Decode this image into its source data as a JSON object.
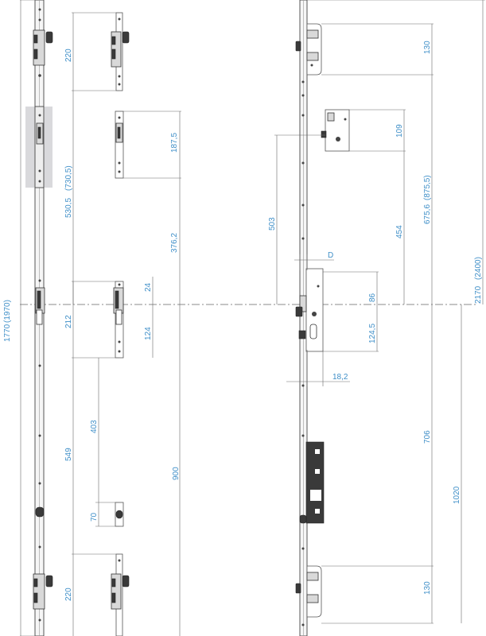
{
  "colors": {
    "dimension_text": "#3f8fc8",
    "label_text": "#333333",
    "highlight": "#d9d9dc"
  },
  "left_view": {
    "total_height": "1770",
    "total_height_alt": "(1970)",
    "top_keeper_height": "220",
    "span_to_center": "530,5",
    "span_to_center_alt": "(730,5)",
    "keeper_small_height": "187,5",
    "keeper_to_center": "376,2",
    "above_center": "24",
    "center_keeper_height": "212",
    "below_center": "124",
    "center_to_lower": "403",
    "lower_span": "549",
    "lower_total": "900",
    "small_keeper": "70",
    "bottom_keeper_height": "220"
  },
  "right_view": {
    "total_height": "2170",
    "total_height_alt": "(2400)",
    "top_keeper": "130",
    "lock_span": "675,6",
    "lock_span_alt": "(875,5)",
    "upper_lock_height": "109",
    "upper_lock_to_center": "503",
    "lock_to_center": "454",
    "backset_label": "D",
    "center_to_handle": "86",
    "center_to_cylinder": "124,5",
    "faceplate_width": "18,2",
    "lower_span": "706",
    "lower_total": "1020",
    "bottom_keeper": "130"
  }
}
